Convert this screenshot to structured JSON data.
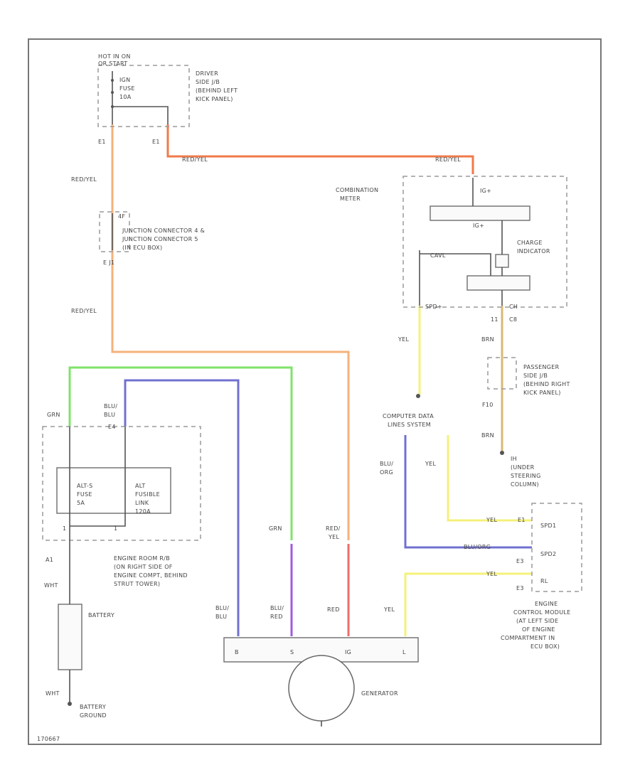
{
  "colors": {
    "red_yel": "#f07a4a",
    "red_yel_light": "#f5b27a",
    "grn": "#7fe36a",
    "blu_blu": "#7070d0",
    "blu_red": "#a05adf",
    "red": "#f06c6c",
    "yel": "#f5f07a",
    "brn": "#d9b873"
  },
  "labels": {
    "hot_in_on": "HOT IN ON",
    "or_start": "OR START",
    "driver_jb": [
      "DRIVER",
      "SIDE J/B",
      "(BEHIND LEFT",
      "KICK PANEL)"
    ],
    "ign_fuse": [
      "IGN",
      "FUSE",
      "10A"
    ],
    "conn_e1a": "E1",
    "conn_e1b": "E1",
    "wire_red_yel_1": "RED/YEL",
    "wire_red_yel_top": "RED/YEL",
    "wire_red_yel_top2": "RED/YEL",
    "jc_label": [
      "JUNCTION CONNECTOR 4 &",
      "JUNCTION CONNECTOR 5",
      "(IN ECU BOX)"
    ],
    "jc_pin_top": "4F",
    "jc_pin_bot": "E  J1",
    "wire_red_yel_2": "RED/YEL",
    "combination_meter": [
      "COMBINATION",
      "METER"
    ],
    "ig_plus": "IG+",
    "ig_plus_inner": "IG+",
    "charge_indicator": [
      "CHARGE",
      "INDICATOR"
    ],
    "cavl": "CAVL",
    "sp_pin": "SPD+",
    "pin_ch": "CH",
    "pin_11": "11",
    "pin_c8": "C8",
    "wire_yel_1": "YEL",
    "wire_brn_1": "BRN",
    "passenger_jb": [
      "PASSENGER",
      "SIDE J/B",
      "(BEHIND RIGHT",
      "KICK PANEL)"
    ],
    "pin_f10": "F10",
    "wire_brn_2": "BRN",
    "ground_ih": [
      "IH",
      "(UNDER",
      "STEERING",
      "COLUMN)"
    ],
    "computer_data": [
      "COMPUTER DATA",
      "LINES SYSTEM"
    ],
    "wire_blu_org": [
      "BLU/",
      "ORG"
    ],
    "wire_yel_2": "YEL",
    "wire_grn_1": "GRN",
    "wire_blu_blu_1": [
      "BLU/",
      "BLU"
    ],
    "pin_e4": "E4",
    "alt_s_fuse": [
      "ALT-S",
      "FUSE",
      "5A"
    ],
    "alt_fusible": [
      "ALT",
      "FUSIBLE",
      "LINK",
      "120A"
    ],
    "pin_1a": "1",
    "pin_1b": "1",
    "engine_room_rb": [
      "ENGINE ROOM R/B",
      "(ON RIGHT SIDE OF",
      "ENGINE COMPT, BEHIND",
      "STRUT TOWER)"
    ],
    "pin_a1": "A1",
    "wire_wht": "WHT",
    "battery": "BATTERY",
    "wire_red_yel_3": [
      "RED/",
      "YEL"
    ],
    "wire_grn_2": "GRN",
    "wire_blu_blu_2": [
      "BLU/",
      "BLU"
    ],
    "wire_blu_red": [
      "BLU/",
      "RED"
    ],
    "wire_red": "RED",
    "wire_yel_3": "YEL",
    "ecm_yel_a": "YEL",
    "ecm_blu_org": "BLU/ORG",
    "ecm_yel_b": "YEL",
    "ecm_pin_e1a": "E1",
    "ecm_pin_e3": "E3",
    "ecm_pin_e3b": "E3",
    "ecm_pin_spd1": "SPD1",
    "ecm_pin_spd2": "SPD2",
    "ecm_pin_rl": "RL",
    "ecm_label": [
      "ENGINE",
      "CONTROL MODULE",
      "(AT LEFT SIDE",
      "OF ENGINE",
      "COMPARTMENT IN",
      "ECU BOX)"
    ],
    "gen_terms": [
      "B",
      "S",
      "IG",
      "L"
    ],
    "generator": "GENERATOR",
    "wire_wht_bot": "WHT",
    "battery_ground": [
      "BATTERY",
      "GROUND"
    ],
    "footer_code": "170667"
  }
}
